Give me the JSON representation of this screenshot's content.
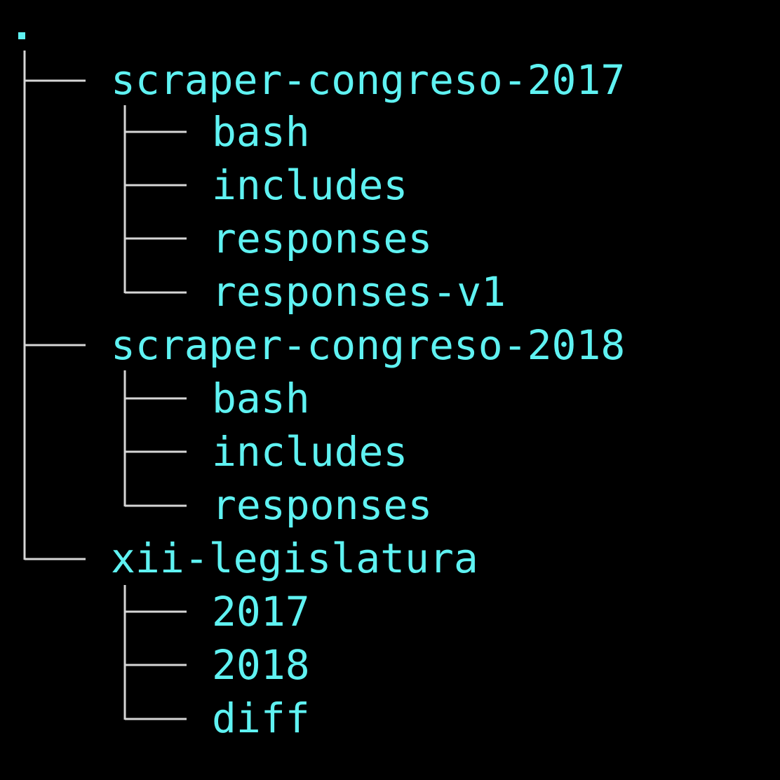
{
  "terminal": {
    "text_color": "#5ff2f2",
    "line_color": "#d6d6d6",
    "background": "#000000"
  },
  "tree": {
    "root": ".",
    "folders": [
      {
        "name": "scraper-congreso-2017",
        "children": [
          "bash",
          "includes",
          "responses",
          "responses-v1"
        ]
      },
      {
        "name": "scraper-congreso-2018",
        "children": [
          "bash",
          "includes",
          "responses"
        ]
      },
      {
        "name": "xii-legislatura",
        "children": [
          "2017",
          "2018",
          "diff"
        ]
      }
    ]
  }
}
